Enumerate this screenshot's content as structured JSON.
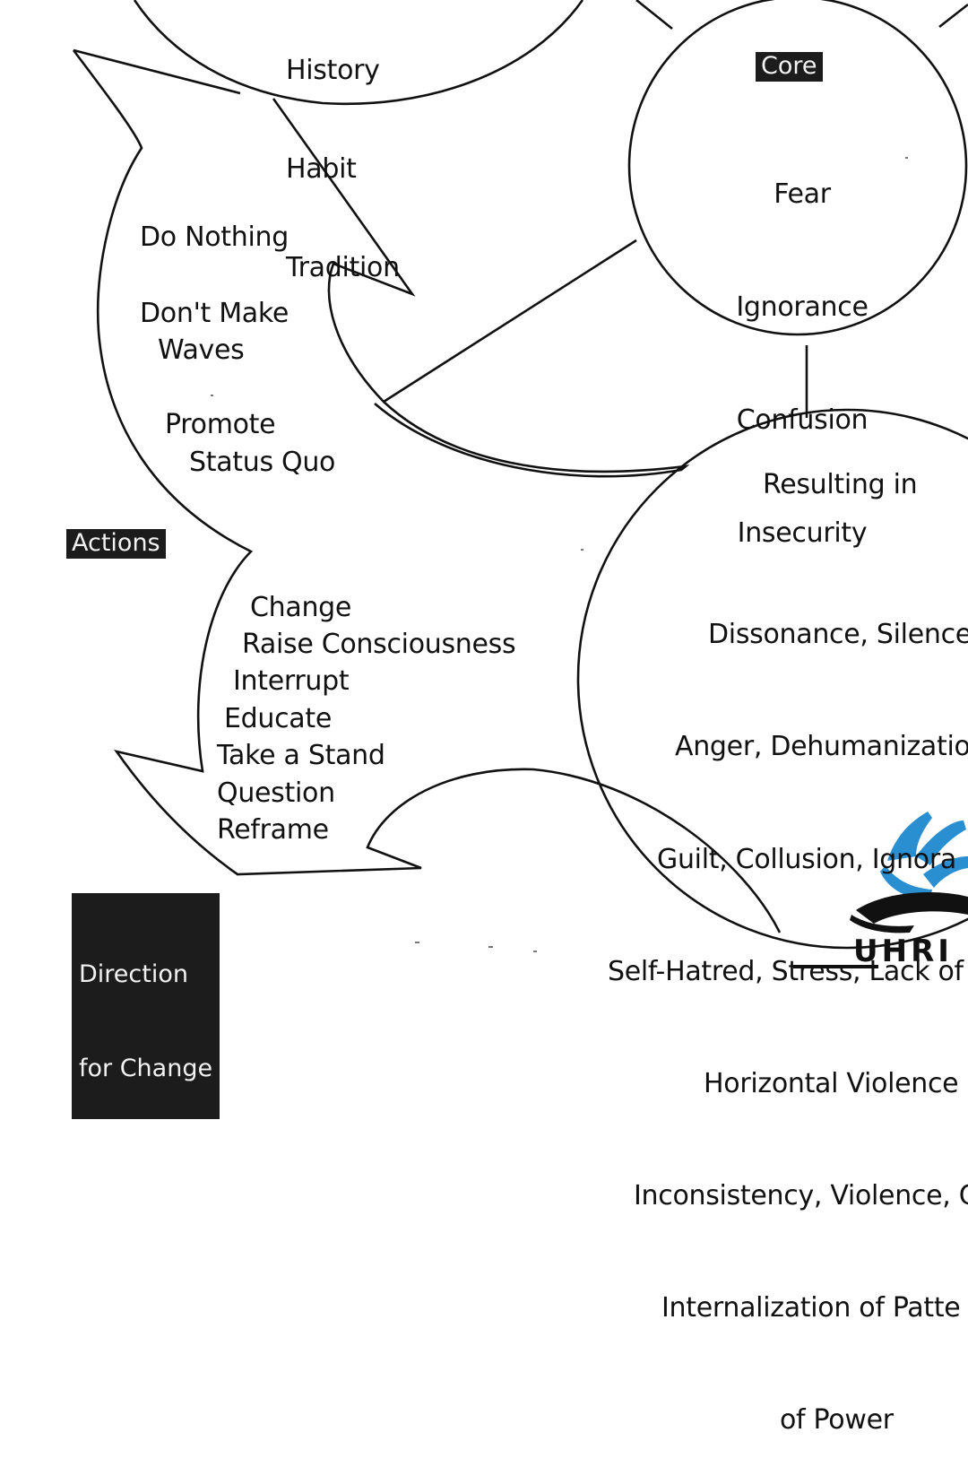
{
  "top_circle": {
    "items": [
      "History",
      "Habit",
      "Tradition"
    ]
  },
  "core": {
    "label": "Core",
    "items": [
      "Fear",
      "Ignorance",
      "Confusion",
      "Insecurity"
    ]
  },
  "resulting": {
    "heading": "Resulting in",
    "items": [
      "Dissonance, Silence",
      "Anger, Dehumanizatio",
      "Guilt, Collusion, Ignora",
      "Self-Hatred, Stress, Lack of",
      "Horizontal Violence",
      "Inconsistency, Violence, C",
      "Internalization of Patte",
      "of Power"
    ]
  },
  "actions": {
    "label": "Actions",
    "status_quo": [
      "Do Nothing",
      "Don't Make",
      "Waves",
      "Promote",
      "Status Quo"
    ],
    "change": [
      "Change",
      "Raise Consciousness",
      "Interrupt",
      "Educate",
      "Take a Stand",
      "Question",
      "Reframe"
    ]
  },
  "direction": {
    "label": [
      "Direction",
      "for Change"
    ]
  },
  "logo": {
    "text": "UHRI"
  },
  "colors": {
    "ink": "#111111",
    "tag_bg": "#1c1c1c",
    "logo_blue": "#2a8fd0"
  }
}
